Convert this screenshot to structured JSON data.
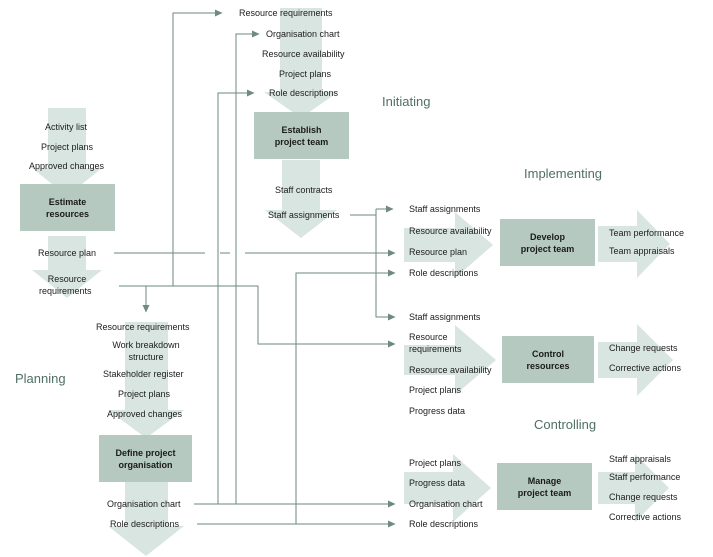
{
  "phases": {
    "initiating": "Initiating",
    "implementing": "Implementing",
    "planning": "Planning",
    "controlling": "Controlling"
  },
  "processes": {
    "establish": [
      "Establish",
      "project team"
    ],
    "estimate": [
      "Estimate",
      "resources"
    ],
    "define": [
      "Define project",
      "organisation"
    ],
    "develop": [
      "Develop",
      "project team"
    ],
    "control": [
      "Control",
      "resources"
    ],
    "manage": [
      "Manage",
      "project team"
    ]
  },
  "establish_inputs": [
    "Resource requirements",
    "Organisation chart",
    "Resource availability",
    "Project plans",
    "Role descriptions"
  ],
  "establish_outputs": [
    "Staff contracts",
    "Staff assignments"
  ],
  "estimate_inputs": [
    "Activity list",
    "Project plans",
    "Approved changes"
  ],
  "estimate_outputs": [
    "Resource plan",
    "Resource",
    "requirements"
  ],
  "define_inputs": [
    "Resource requirements",
    "Work breakdown",
    "structure",
    "Stakeholder register",
    "Project plans",
    "Approved changes"
  ],
  "define_outputs": [
    "Organisation chart",
    "Role descriptions"
  ],
  "develop_inputs": [
    "Staff assignments",
    "Resource availability",
    "Resource plan",
    "Role descriptions"
  ],
  "develop_outputs": [
    "Team performance",
    "Team appraisals"
  ],
  "control_inputs": [
    "Staff assignments",
    "Resource",
    "requirements",
    "Resource availability",
    "Project plans",
    "Progress data"
  ],
  "control_outputs": [
    "Change requests",
    "Corrective actions"
  ],
  "manage_inputs": [
    "Project plans",
    "Progress data",
    "Organisation chart",
    "Role descriptions"
  ],
  "manage_outputs": [
    "Staff appraisals",
    "Staff performance",
    "Change requests",
    "Corrective actions"
  ],
  "colors": {
    "arrow_fill": "#d9e5e0",
    "box_fill": "#b5c9c0",
    "line": "#6e8a83",
    "phase_text": "#4f6f67"
  }
}
